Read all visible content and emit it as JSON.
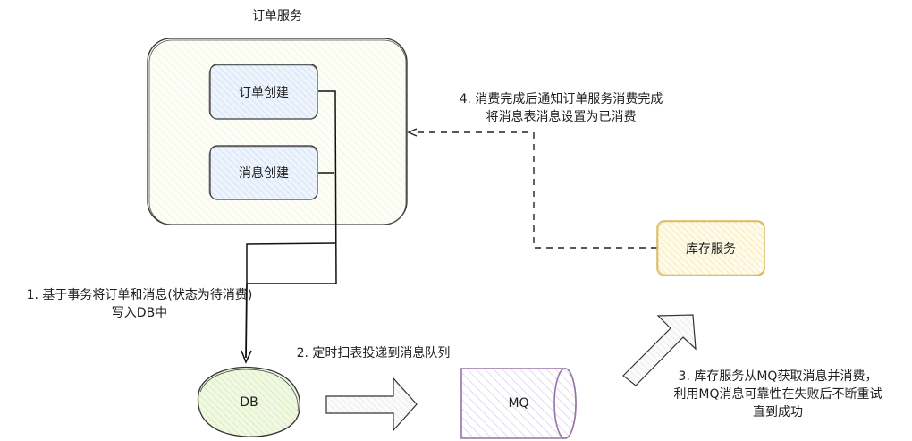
{
  "diagram": {
    "order_service": {
      "title": "订单服务",
      "fill": "#fdfdf5",
      "stroke": "#333333",
      "children": [
        {
          "label": "订单创建",
          "fill": "#dae8fc",
          "stroke": "#333333"
        },
        {
          "label": "消息创建",
          "fill": "#dae8fc",
          "stroke": "#333333"
        }
      ]
    },
    "inventory_service": {
      "label": "库存服务",
      "fill": "#fff2cc",
      "stroke": "#d6b656"
    },
    "db": {
      "label": "DB",
      "fill": "#d5e8d4",
      "stroke": "#333333"
    },
    "mq": {
      "label": "MQ",
      "fill": "#e1d5e7",
      "stroke": "#9673a6"
    },
    "steps": {
      "step1": [
        "1. 基于事务将订单和消息(状态为待消费)",
        "写入DB中"
      ],
      "step2": "2. 定时扫表投递到消息队列",
      "step3": [
        "3. 库存服务从MQ获取消息并消费，",
        "利用MQ消息可靠性在失败后不断重试",
        "直到成功"
      ],
      "step4": [
        "4. 消费完成后通知订单服务消费完成",
        "将消息表消息设置为已消费"
      ]
    }
  }
}
